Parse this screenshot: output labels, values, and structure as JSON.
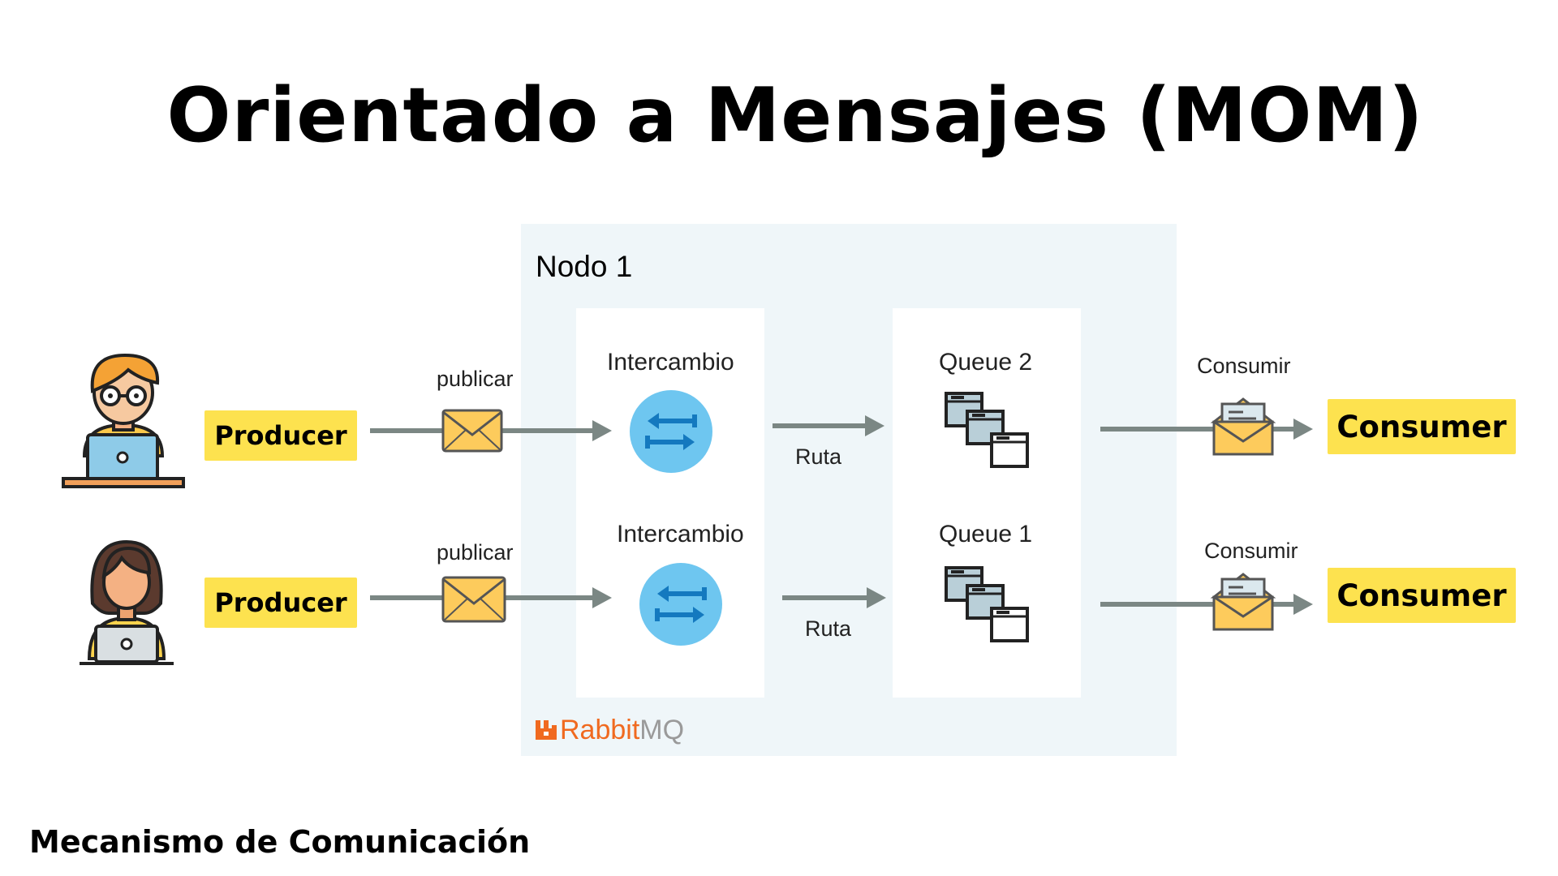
{
  "title": "Orientado a Mensajes (MOM)",
  "footer": "Mecanismo de Comunicación",
  "node": {
    "title": "Nodo 1",
    "logo_brand": "Rabbit",
    "logo_suffix": "MQ"
  },
  "producers": [
    {
      "label": "Producer",
      "avatar": "male-developer-icon"
    },
    {
      "label": "Producer",
      "avatar": "female-developer-icon"
    }
  ],
  "publish_labels": [
    "publicar",
    "publicar"
  ],
  "exchanges": [
    {
      "label": "Intercambio"
    },
    {
      "label": "Intercambio"
    }
  ],
  "route_labels": [
    "Ruta",
    "Ruta"
  ],
  "queues": [
    {
      "label": "Queue 2"
    },
    {
      "label": "Queue 1"
    }
  ],
  "consume_labels": [
    "Consumir",
    "Consumir"
  ],
  "consumers": [
    {
      "label": "Consumer"
    },
    {
      "label": "Consumer"
    }
  ],
  "colors": {
    "badge": "#fde24f",
    "arrow": "#7b8784",
    "exchange_circle": "#6ec6f0",
    "exchange_arrows": "#1479bf",
    "panel": "#eff6f9",
    "envelope": "#fdcb5c",
    "rabbit_orange": "#f06a20"
  }
}
